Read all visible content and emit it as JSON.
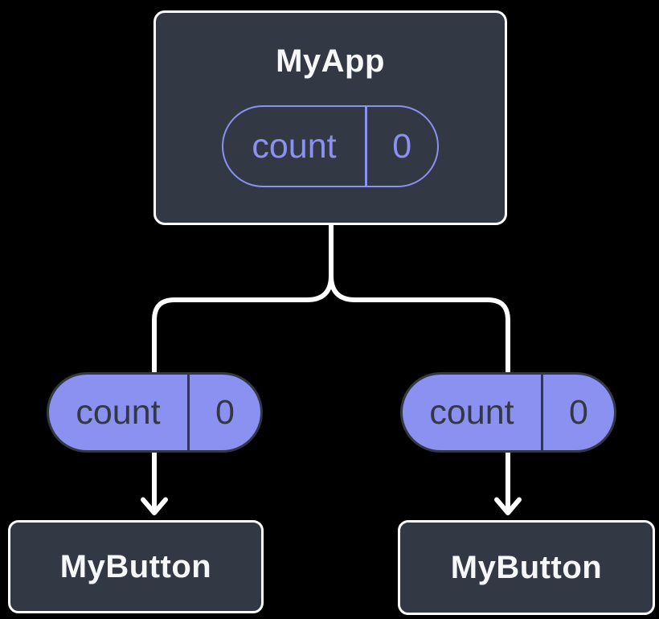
{
  "theme": {
    "page-bg": "#000000",
    "node-bg": "#333845",
    "node-border": "#ffffff",
    "accent": "#8a91f0",
    "pill-dark": "#333845",
    "connector": "#ffffff",
    "title-text": "#f6f7f9"
  },
  "root_node": {
    "title": "MyApp",
    "state_pill": {
      "name": "count",
      "value": "0"
    }
  },
  "left_branch": {
    "prop_pill": {
      "name": "count",
      "value": "0"
    },
    "node_title": "MyButton"
  },
  "right_branch": {
    "prop_pill": {
      "name": "count",
      "value": "0"
    },
    "node_title": "MyButton"
  }
}
